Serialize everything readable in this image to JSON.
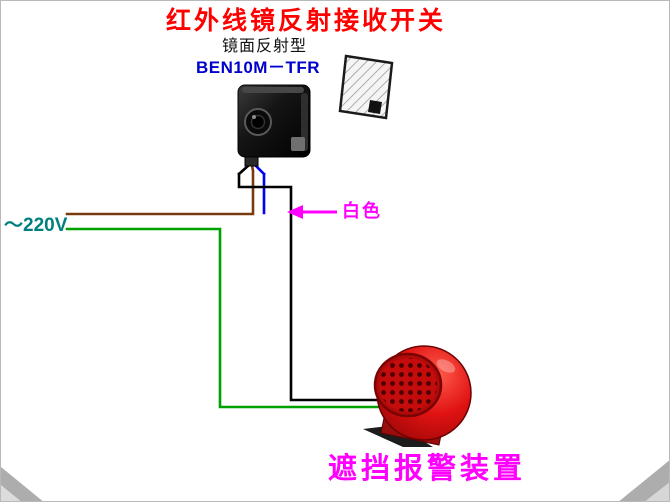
{
  "title": "红外线镜反射接收开关",
  "subtitle": "镜面反射型",
  "model": "BEN10M－TFR",
  "labels": {
    "voltage": "～220V",
    "wire_white": "白色",
    "alarm": "遮挡报警装置"
  },
  "icons": {
    "white_wire_pointer": "left-arrow"
  },
  "colors": {
    "title": "#ff0000",
    "model": "#0000cc",
    "voltage": "#007f7f",
    "magenta": "#ff00ff",
    "wire_brown": "#7a3a10",
    "wire_green": "#00a000",
    "wire_blue": "#0000ee",
    "wire_black": "#000000",
    "siren": "#e01212"
  }
}
